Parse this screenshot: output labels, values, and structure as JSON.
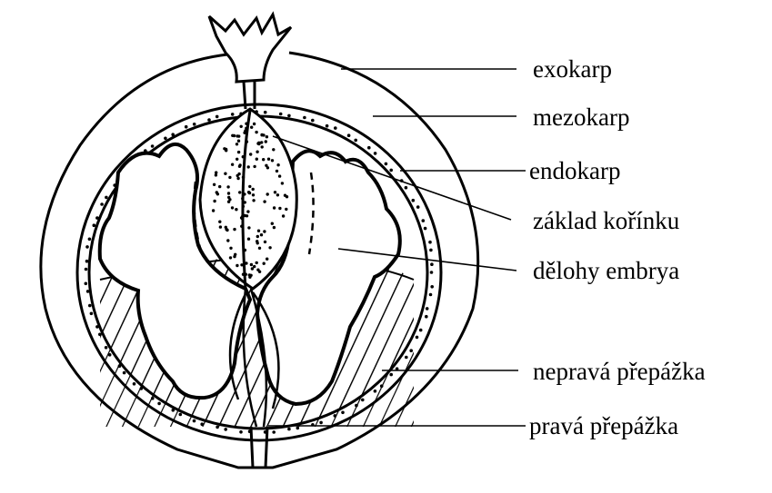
{
  "labels": {
    "exokarp": "exokarp",
    "mezokarp": "mezokarp",
    "endokarp": "endokarp",
    "zaklad_korinku": "základ kořínku",
    "delohy_embrya": "dělohy embrya",
    "neprava_prepazka": "nepravá přepážka",
    "prava_prepazka": "pravá přepážka"
  }
}
